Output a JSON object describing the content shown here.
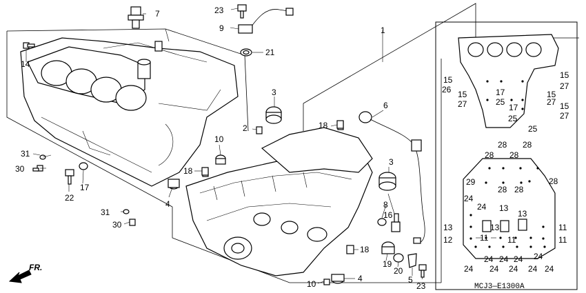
{
  "diagram": {
    "code": "MCJ3—E1300A",
    "front_label": "FR.",
    "callouts": {
      "c1": "1",
      "c2": "2",
      "c3a": "3",
      "c3b": "3",
      "c4a": "4",
      "c4b": "4",
      "c5": "5",
      "c6": "6",
      "c7": "7",
      "c8": "8",
      "c9": "9",
      "c10a": "10",
      "c10b": "10",
      "c11a": "11",
      "c11b": "11",
      "c11c": "11",
      "c11d": "11",
      "c12": "12",
      "c13a": "13",
      "c13b": "13",
      "c13c": "13",
      "c14": "14",
      "c15a": "15",
      "c15b": "15",
      "c15c": "15",
      "c15d": "15",
      "c15e": "15",
      "c16": "16",
      "c17a": "17",
      "c17b": "17",
      "c17c": "17",
      "c18a": "18",
      "c18b": "18",
      "c18c": "18",
      "c19": "19",
      "c20": "20",
      "c21": "21",
      "c22": "22",
      "c23a": "23",
      "c23b": "23",
      "c24a": "24",
      "c24b": "24",
      "c24c": "24",
      "c24d": "24",
      "c24e": "24",
      "c24f": "24",
      "c24g": "24",
      "c24h": "24",
      "c24i": "24",
      "c24j": "24",
      "c25a": "25",
      "c25b": "25",
      "c25c": "25",
      "c26": "26",
      "c27a": "27",
      "c27b": "27",
      "c27c": "27",
      "c28a": "28",
      "c28b": "28",
      "c28c": "28",
      "c28d": "28",
      "c28e": "28",
      "c28f": "28",
      "c29": "29",
      "c30a": "30",
      "c30b": "30",
      "c31a": "31",
      "c31b": "31"
    }
  }
}
